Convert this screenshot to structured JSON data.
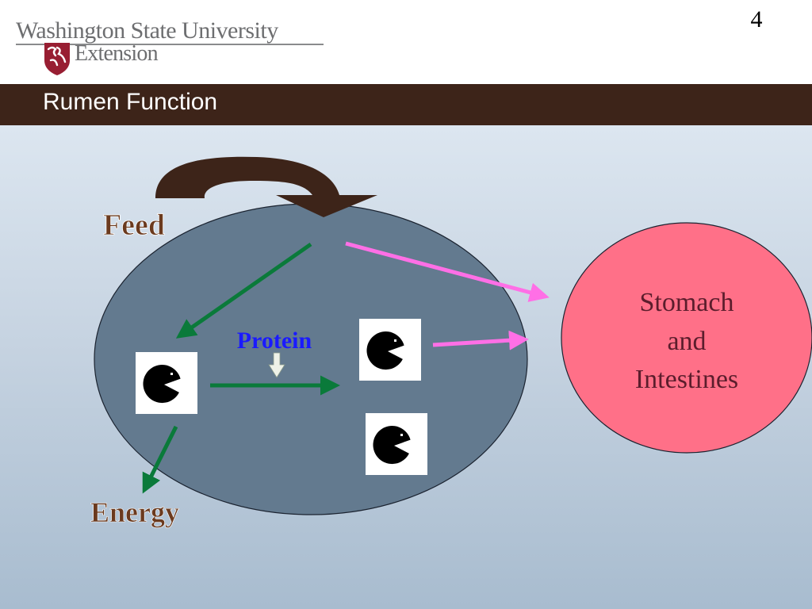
{
  "header": {
    "logo_line1": "Washington State University",
    "logo_line2": "Extension",
    "page_number": "4"
  },
  "slide": {
    "title": "Rumen Function"
  },
  "diagram": {
    "feed_label": "Feed",
    "protein_label": "Protein",
    "energy_label": "Energy",
    "organ_label_lines": [
      "Stomach",
      "and",
      "Intestines"
    ],
    "colors": {
      "rumen_fill": "#637a8f",
      "organ_fill": "#ff7088",
      "feed_arrow": "#3d2419",
      "green_arrow": "#0a7a3a",
      "pink_arrow": "#ff6fe6",
      "protein_arrow": "#eef2e8"
    }
  }
}
